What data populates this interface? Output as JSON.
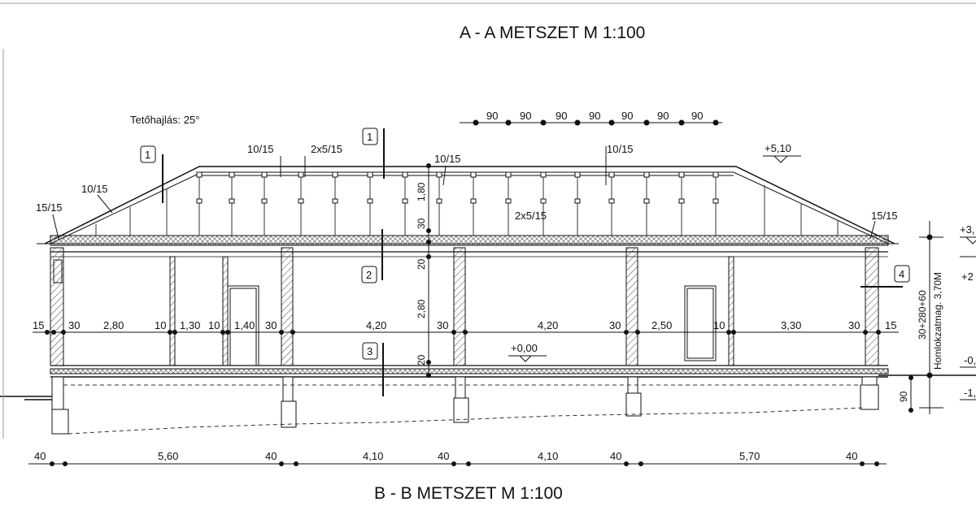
{
  "titles": {
    "top": "A - A METSZET M 1:100",
    "bottom": "B - B METSZET M 1:100"
  },
  "roof_pitch": "Tetőhajlás: 25°",
  "section_markers": [
    "1",
    "1",
    "2",
    "3",
    "4"
  ],
  "top_dims": [
    "90",
    "90",
    "90",
    "90",
    "90",
    "90",
    "90"
  ],
  "level_labels": {
    "ridge": "+5,10",
    "floor": "+0,00",
    "right_top": "+3,",
    "right_mid": "+2",
    "right_low1": "-0,",
    "right_low2": "-1,"
  },
  "member_labels": {
    "rafter_left": "10/15",
    "plate_left": "15/15",
    "beam_a": "10/15",
    "beam_b": "2x5/15",
    "beam_c": "10/15",
    "beam_d": "10/15",
    "stud_mid": "2x5/15",
    "plate_right": "15/15"
  },
  "vertical_dims": [
    "1,80",
    "30",
    "20",
    "2,80",
    "20"
  ],
  "right_vertical": {
    "sum": "30+280+60",
    "facade": "Homlokzatmag. 3,70M",
    "foot": "90"
  },
  "mid_dims": [
    "15",
    "30",
    "2,80",
    "10",
    "1,30",
    "10",
    "1,40",
    "30",
    "4,20",
    "30",
    "4,20",
    "30",
    "2,50",
    "10",
    "3,30",
    "30",
    "15"
  ],
  "bottom_dims": [
    "40",
    "5,60",
    "40",
    "4,10",
    "40",
    "4,10",
    "40",
    "5,70",
    "40"
  ]
}
